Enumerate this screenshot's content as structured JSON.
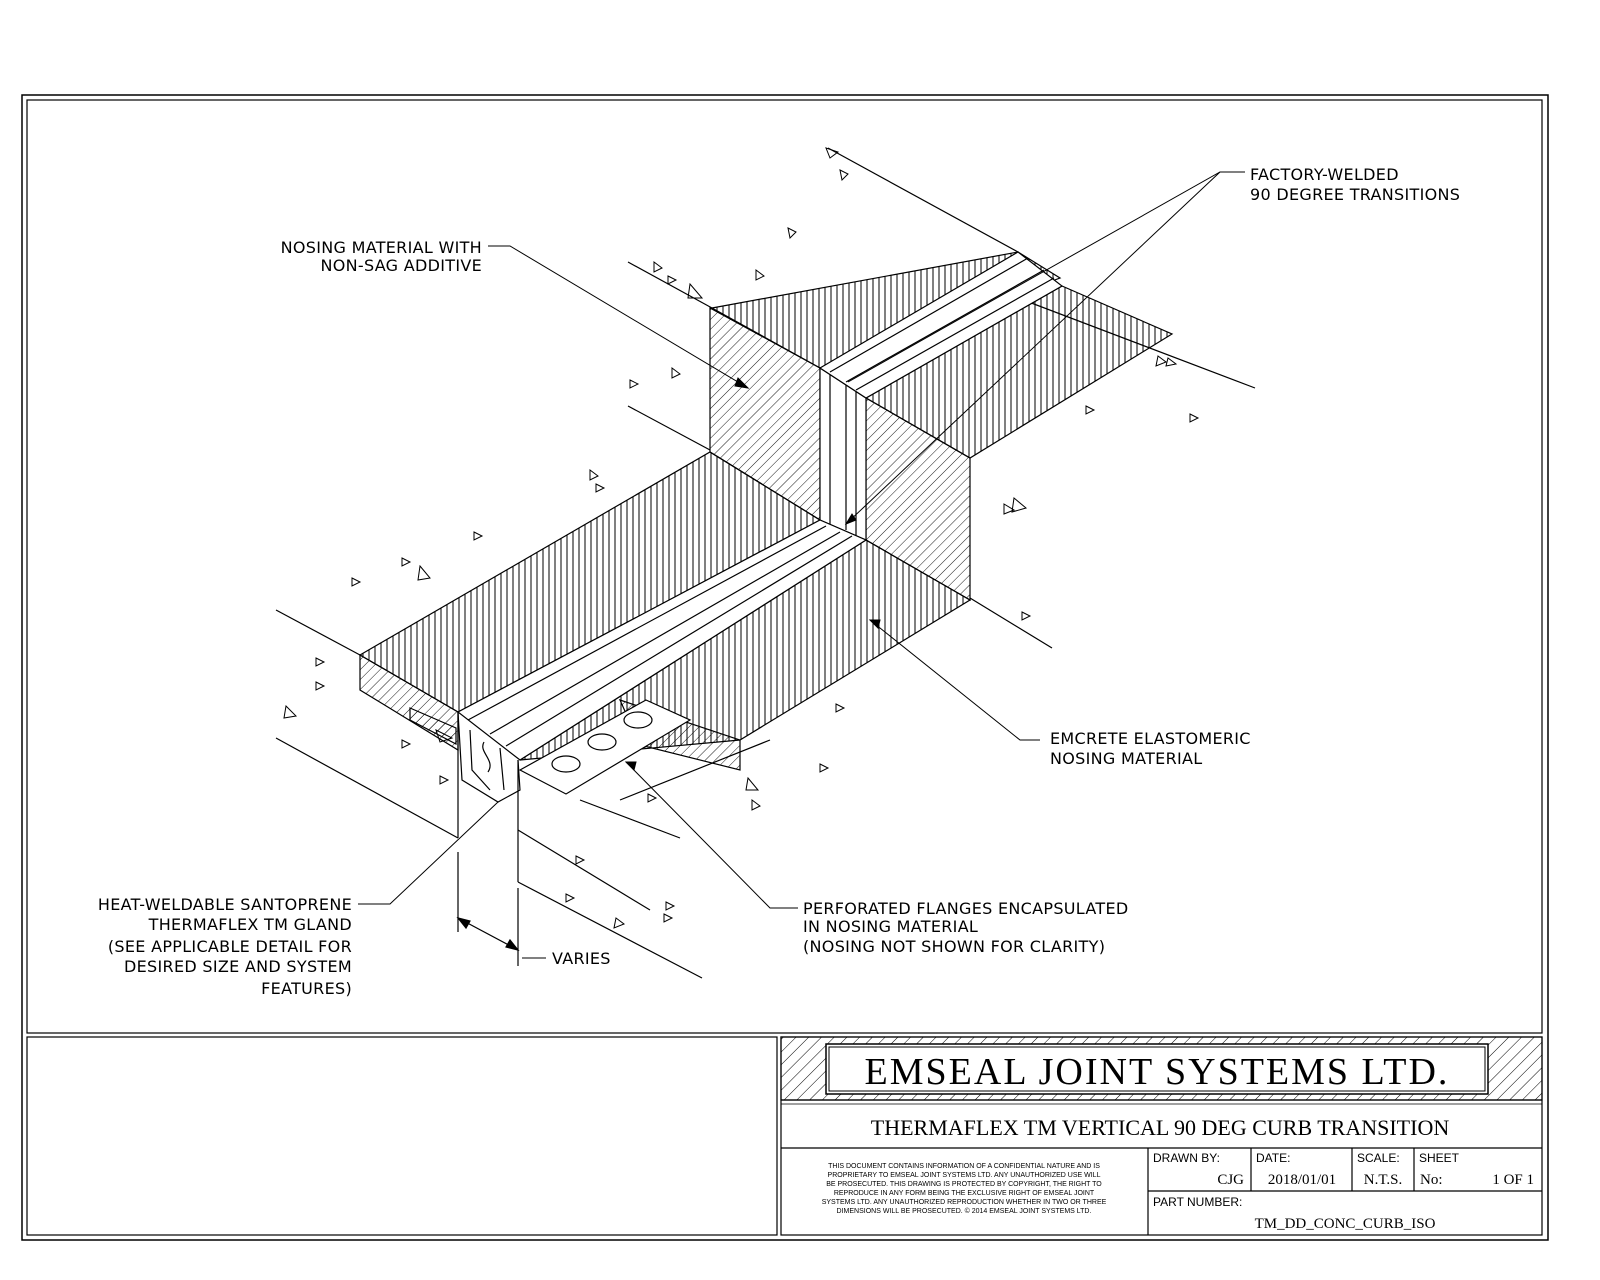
{
  "labels": {
    "nosing_line1": "NOSING MATERIAL WITH",
    "nosing_line2": "NON-SAG ADDITIVE",
    "factory_line1": "FACTORY-WELDED",
    "factory_line2": "90 DEGREE TRANSITIONS",
    "emcrete_line1": "EMCRETE ELASTOMERIC",
    "emcrete_line2": "NOSING MATERIAL",
    "heat_line1": "HEAT-WELDABLE SANTOPRENE",
    "heat_line2": "THERMAFLEX TM GLAND",
    "heat_line3": "(SEE APPLICABLE DETAIL FOR",
    "heat_line4": "DESIRED SIZE AND SYSTEM",
    "heat_line5": "FEATURES)",
    "perf_line1": "PERFORATED FLANGES ENCAPSULATED",
    "perf_line2": "IN NOSING MATERIAL",
    "perf_line3": "(NOSING NOT SHOWN FOR CLARITY)",
    "varies": "VARIES"
  },
  "title_block": {
    "company": "EMSEAL JOINT SYSTEMS LTD.",
    "drawing_title": "THERMAFLEX TM VERTICAL 90 DEG CURB TRANSITION",
    "disclaimer": [
      "THIS DOCUMENT CONTAINS INFORMATION OF A CONFIDENTIAL NATURE AND IS",
      "PROPRIETARY TO EMSEAL JOINT SYSTEMS LTD. ANY UNAUTHORIZED USE WILL",
      "BE PROSECUTED. THIS DRAWING IS PROTECTED BY COPYRIGHT, THE RIGHT TO",
      "REPRODUCE IN ANY FORM BEING THE EXCLUSIVE RIGHT OF EMSEAL JOINT",
      "SYSTEMS LTD. ANY UNAUTHORIZED REPRODUCTION WHETHER IN TWO OR THREE",
      "DIMENSIONS WILL BE PROSECUTED. © 2014 EMSEAL JOINT SYSTEMS LTD."
    ],
    "drawn_by_label": "DRAWN BY:",
    "drawn_by": "CJG",
    "date_label": "DATE:",
    "date": "2018/01/01",
    "scale_label": "SCALE:",
    "scale": "N.T.S.",
    "sheet_label": "SHEET",
    "sheet_no_label": "No:",
    "sheet_no": "1 OF 1",
    "part_number_label": "PART NUMBER:",
    "part_number": "TM_DD_CONC_CURB_ISO"
  }
}
